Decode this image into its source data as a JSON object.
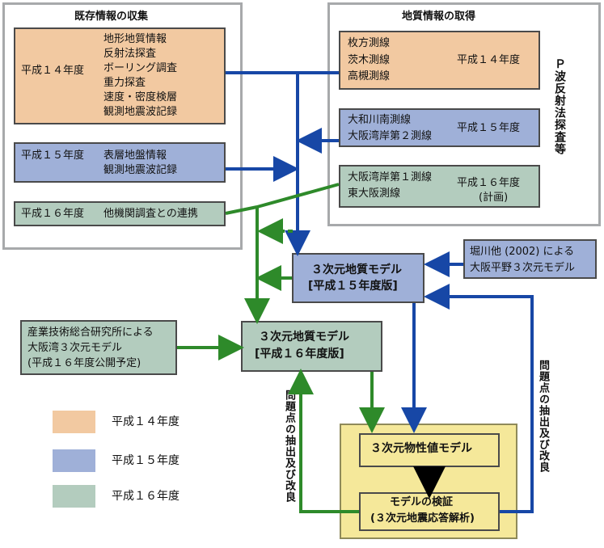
{
  "panels": {
    "existing": {
      "title": "既存情報の収集"
    },
    "geology": {
      "title": "地質情報の取得"
    }
  },
  "existing_items": {
    "h14": {
      "year": "平成１４年度",
      "lines": [
        "地形地質情報",
        "反射法探査",
        "ボーリング調査",
        "重力探査",
        "速度・密度検層",
        "観測地震波記録"
      ]
    },
    "h15": {
      "year": "平成１５年度",
      "lines": [
        "表層地盤情報",
        "観測地震波記録"
      ]
    },
    "h16": {
      "year": "平成１６年度",
      "text": "他機関調査との連携"
    }
  },
  "survey_items": {
    "s14": {
      "lines": [
        "枚方測線",
        "茨木測線",
        "高槻測線"
      ],
      "year": "平成１４年度"
    },
    "s15": {
      "lines": [
        "大和川南測線",
        "大阪湾岸第２測線"
      ],
      "year": "平成１５年度"
    },
    "s16": {
      "lines": [
        "大阪湾岸第１測線",
        "東大阪測線"
      ],
      "year": "平成１６年度",
      "note": "(計画)"
    }
  },
  "side_label_p_wave": "Ｐ波反射法探査等",
  "model15": {
    "line1": "３次元地質モデル",
    "line2": "[平成１５年度版]"
  },
  "model16": {
    "line1": "３次元地質モデル",
    "line2": "[平成１６年度版]"
  },
  "horikawa": {
    "line1": "堀川他 (2002) による",
    "line2": "大阪平野３次元モデル"
  },
  "aist": {
    "line1": "産業技術総合研究所による",
    "line2": "大阪湾３次元モデル",
    "line3": "(平成１６年度公開予定)"
  },
  "property_model": "３次元物性値モデル",
  "verification": {
    "line1": "モデルの検証",
    "line2": "(３次元地震応答解析)"
  },
  "feedback_left": "問題点の抽出及び改良",
  "feedback_right": "問題点の抽出及び改良",
  "legend": [
    {
      "label": "平成１４年度",
      "color": "#f2c9a1"
    },
    {
      "label": "平成１５年度",
      "color": "#9fb0d8"
    },
    {
      "label": "平成１６年度",
      "color": "#b3ccbe"
    }
  ],
  "colors": {
    "blue_arrow": "#1747a6",
    "green_arrow": "#2e8a2a",
    "black_arrow": "#000000"
  }
}
